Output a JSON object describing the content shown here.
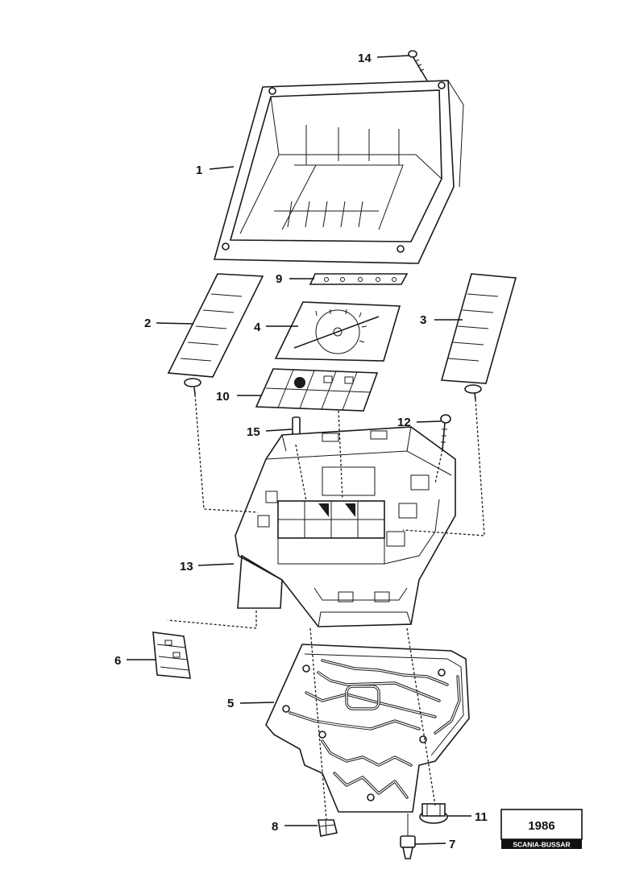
{
  "callouts": {
    "c1": "1",
    "c2": "2",
    "c3": "3",
    "c4": "4",
    "c5": "5",
    "c6": "6",
    "c7": "7",
    "c8": "8",
    "c9": "9",
    "c10": "10",
    "c11": "11",
    "c12": "12",
    "c13": "13",
    "c14": "14",
    "c15": "15"
  },
  "stamp": {
    "year": "1986",
    "brand": "SCANIA-BUSSAR"
  }
}
